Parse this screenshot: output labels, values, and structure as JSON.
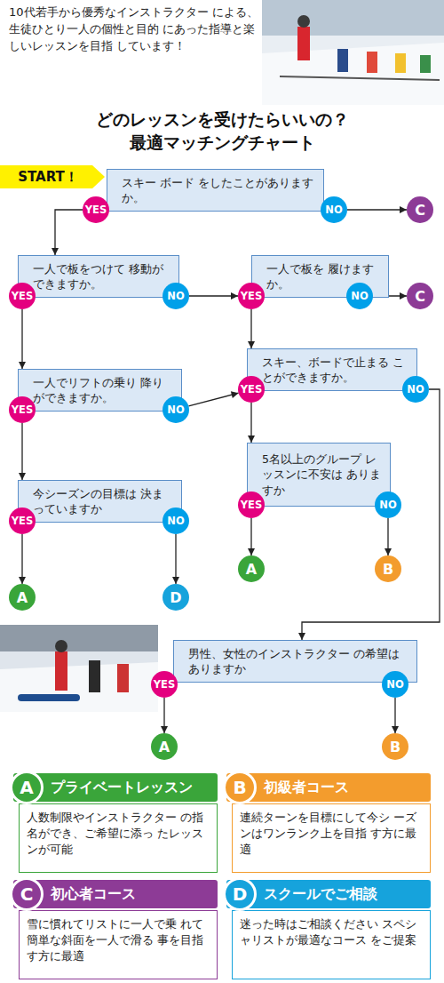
{
  "diagram": {
    "title": "どのレッスンを受けたらいいの？ 最適マッチングチャート",
    "nodes": [
      {
        "text": [
          "START！"
        ]
      },
      {
        "text": [
          "スキー ボード をしたことがありますか。"
        ]
      },
      {
        "text": [
          "YES"
        ]
      },
      {
        "text": [
          "NO"
        ]
      },
      {
        "text": [
          "C"
        ]
      },
      {
        "text": [
          "一人で板をつけて 移動ができますか。"
        ]
      },
      {
        "text": [
          "YES"
        ]
      },
      {
        "text": [
          "NO"
        ]
      },
      {
        "text": [
          "一人で板を 履けますか。"
        ]
      },
      {
        "text": [
          "YES"
        ]
      },
      {
        "text": [
          "NO"
        ]
      },
      {
        "text": [
          "C"
        ]
      },
      {
        "text": [
          "スキー、ボードで止まる ことができますか。"
        ]
      },
      {
        "text": [
          "YES"
        ]
      },
      {
        "text": [
          "NO"
        ]
      },
      {
        "text": [
          "一人でリフトの乗り 降りができますか。"
        ]
      },
      {
        "text": [
          "YES"
        ]
      },
      {
        "text": [
          "NO"
        ]
      },
      {
        "text": [
          "5名以上のグループ レッスンに不安は ありますか"
        ]
      },
      {
        "text": [
          "YES"
        ]
      },
      {
        "text": [
          "NO"
        ]
      },
      {
        "text": [
          "今シーズンの目標は 決まっていますか"
        ]
      },
      {
        "text": [
          "YES"
        ]
      },
      {
        "text": [
          "NO"
        ]
      },
      {
        "text": [
          "A"
        ]
      },
      {
        "text": [
          "D"
        ]
      },
      {
        "text": [
          "A"
        ]
      },
      {
        "text": [
          "B"
        ]
      },
      {
        "text": [
          "男性、女性のインストラクター の希望はありますか"
        ]
      },
      {
        "text": [
          "YES"
        ]
      },
      {
        "text": [
          "NO"
        ]
      },
      {
        "text": [
          "A"
        ]
      },
      {
        "text": [
          "B"
        ]
      },
      {
        "text": [
          "プライベートレッスン",
          "人数制限やインストラクター の指名ができ、ご希望に添っ たレッスンが可能"
        ]
      },
      {
        "text": [
          "A"
        ],
        "in": 33
      },
      {
        "text": [
          "初級者コース",
          "連続ターンを目標にして今シ ーズンはワンランク上を目指 す方に最適"
        ]
      },
      {
        "text": [
          "B"
        ],
        "in": 35
      },
      {
        "text": [
          "初心者コース",
          "雪に慣れてリストに一人で乗 れて簡単な斜面を一人で滑る 事を目指す方に最適"
        ]
      },
      {
        "text": [
          "C"
        ],
        "in": 37
      },
      {
        "text": [
          "スクールでご相談",
          "迷った時はご相談ください スペシャリストが最適なコース をご提案"
        ]
      },
      {
        "text": [
          "D"
        ],
        "in": 39
      }
    ],
    "edges": [
      {
        "from": 3,
        "to": 4,
        "arrow": "to"
      },
      {
        "from": 2,
        "to": 5,
        "arrow": "to"
      },
      {
        "from": 7,
        "to": 9,
        "arrow": "to"
      },
      {
        "from": 10,
        "to": 11,
        "arrow": "to"
      },
      {
        "from": 6,
        "to": 15,
        "arrow": "to"
      },
      {
        "from": 9,
        "to": 12,
        "arrow": "to"
      },
      {
        "from": 17,
        "to": 13,
        "arrow": "to"
      },
      {
        "from": 16,
        "to": 21,
        "arrow": "to"
      },
      {
        "from": 13,
        "to": 18,
        "arrow": "to"
      },
      {
        "from": 14,
        "to": 28,
        "arrow": "to"
      },
      {
        "from": 22,
        "to": 24,
        "arrow": "to"
      },
      {
        "from": 23,
        "to": 25,
        "arrow": "to"
      },
      {
        "from": 19,
        "to": 26,
        "arrow": "to"
      },
      {
        "from": 20,
        "to": 27,
        "arrow": "to"
      },
      {
        "from": 29,
        "to": 31,
        "arrow": "to"
      },
      {
        "from": 30,
        "to": 32,
        "arrow": "to"
      }
    ],
    "labels": [
      "10代若手から優秀なインストラクター による、生徒ひとり一人の個性と目的 にあった指導と楽しいレッスンを目指 しています！"
    ]
  }
}
